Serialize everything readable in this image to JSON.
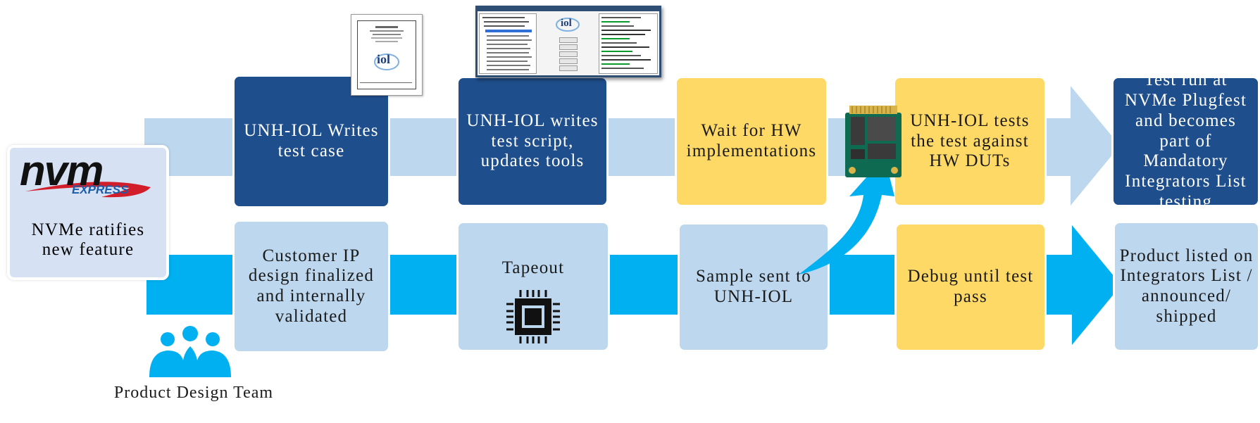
{
  "logo": {
    "name": "nvm",
    "subtitle": "EXPRESS"
  },
  "start": {
    "label": "NVMe ratifies new feature"
  },
  "team": {
    "label": "Product Design Team",
    "icon": "team-icon"
  },
  "top_row": [
    {
      "label": "UNH-IOL Writes test case"
    },
    {
      "label": "UNH-IOL writes test script, updates tools"
    },
    {
      "label": "Wait for HW implementations"
    },
    {
      "label": "UNH-IOL tests the test against HW DUTs"
    },
    {
      "label": "Test run at NVMe Plugfest and becomes part of Mandatory Integrators List testing"
    }
  ],
  "bottom_row": [
    {
      "label": "Customer IP design finalized and internally validated"
    },
    {
      "label": "Tapeout",
      "icon": "chip-icon"
    },
    {
      "label": "Sample sent to UNH-IOL"
    },
    {
      "label": "Debug until test pass"
    },
    {
      "label": "Product listed on Integrators List / announced/ shipped"
    }
  ],
  "document": {
    "logo_text": "iol"
  },
  "screenshot": {
    "logo_text": "iol"
  },
  "colors": {
    "navy": "#1f4e8c",
    "yellow": "#ffd966",
    "light_blue": "#bdd7ee",
    "cyan": "#00b0f0",
    "start_box": "#d6e2f3"
  }
}
